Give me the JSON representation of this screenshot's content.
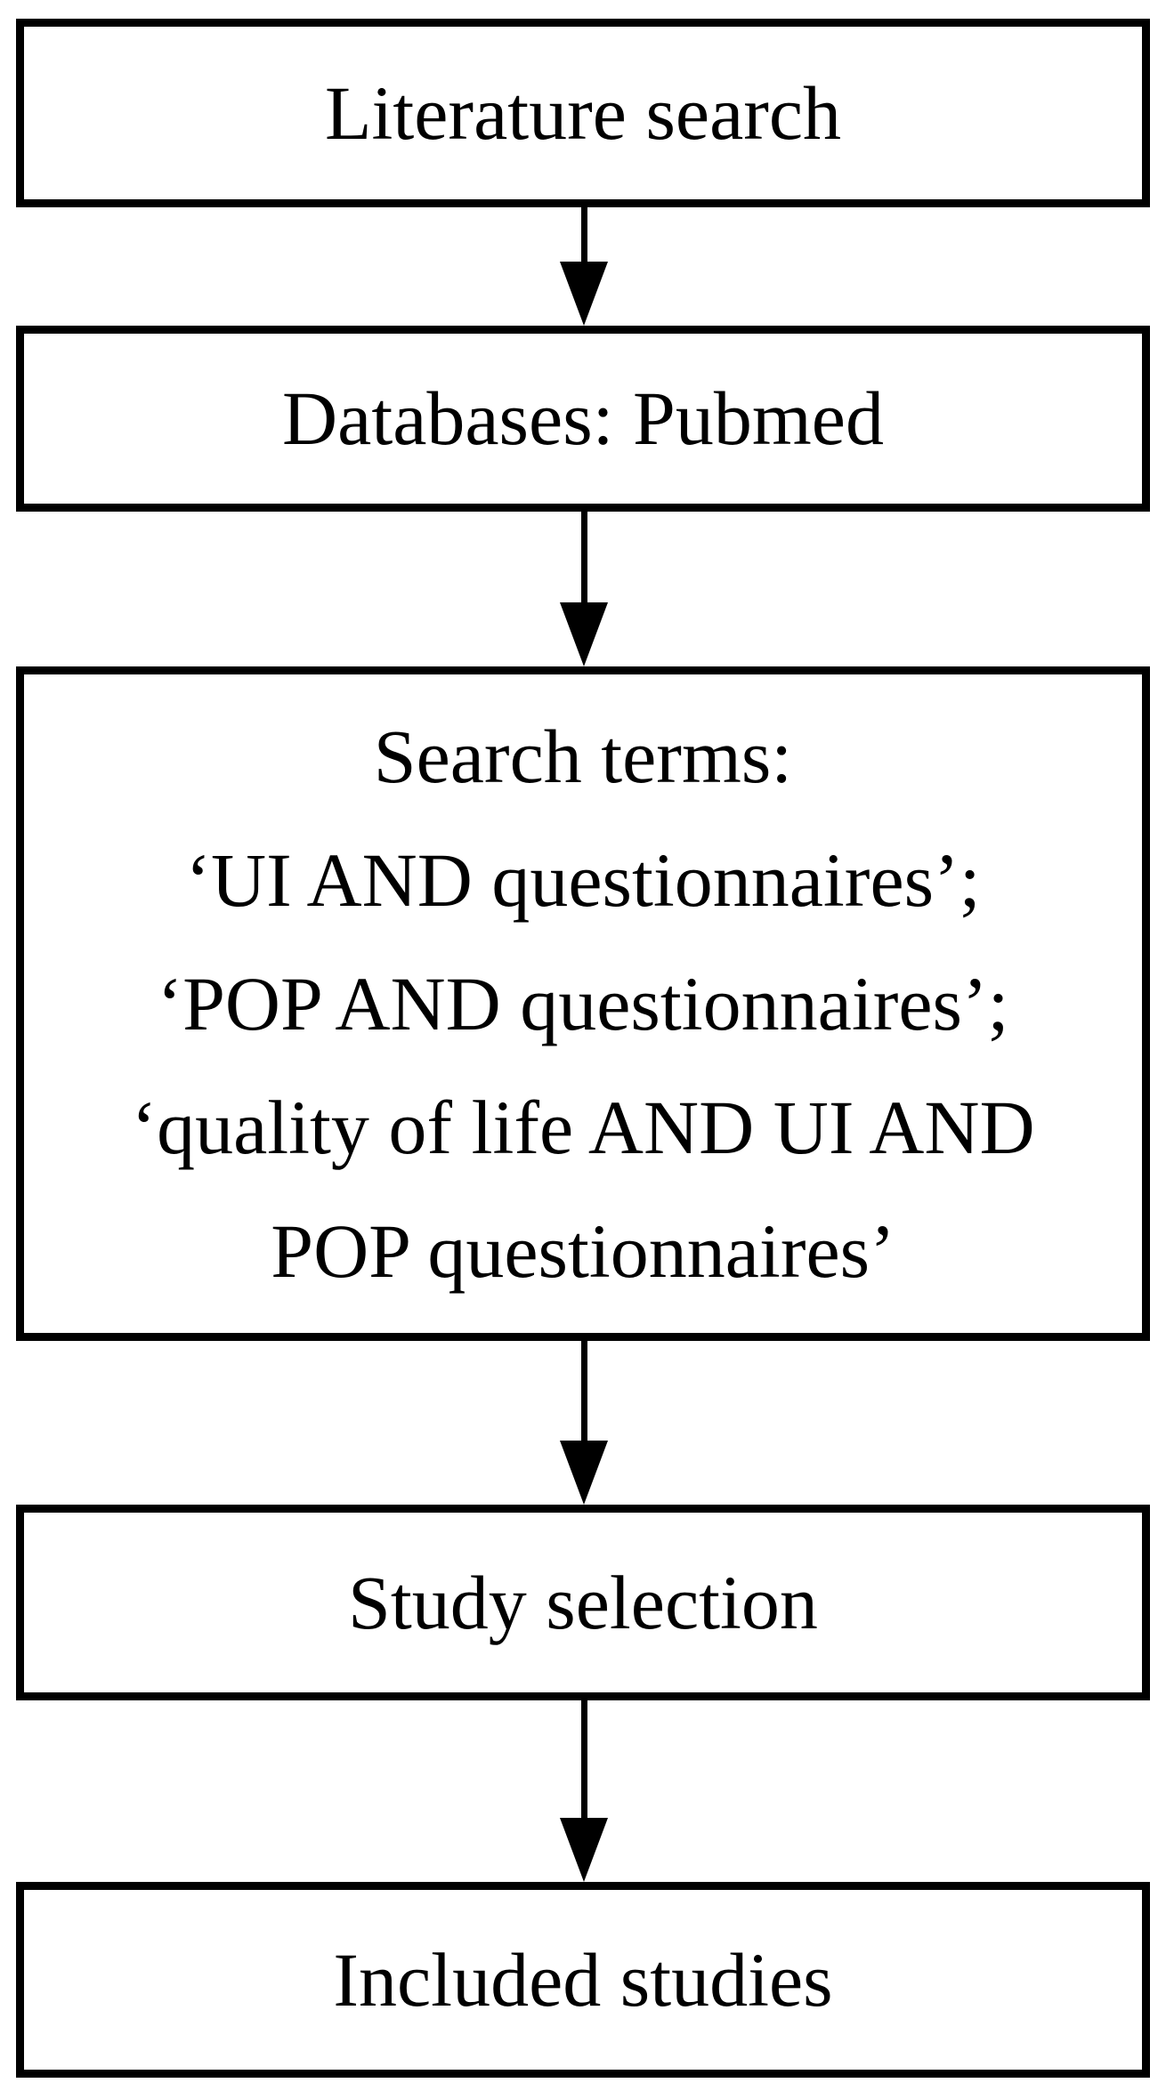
{
  "figure": {
    "type": "flowchart",
    "direction": "top-down",
    "colors": {
      "background": "#ffffff",
      "box_border": "#000000",
      "text": "#000000",
      "arrow": "#000000"
    }
  },
  "flow": {
    "steps": [
      {
        "id": "literature-search",
        "label": "Literature search"
      },
      {
        "id": "databases",
        "label": "Databases: Pubmed"
      },
      {
        "id": "search-terms",
        "lines": [
          "Search terms:",
          "‘UI AND questionnaires’;",
          "‘POP AND questionnaires’;",
          "‘quality of life AND UI AND",
          "POP questionnaires’"
        ]
      },
      {
        "id": "study-selection",
        "label": "Study selection"
      },
      {
        "id": "included-studies",
        "label": "Included studies"
      }
    ],
    "connectors": [
      {
        "from": "literature-search",
        "to": "databases",
        "glyph": "down-arrow"
      },
      {
        "from": "databases",
        "to": "search-terms",
        "glyph": "down-arrow"
      },
      {
        "from": "search-terms",
        "to": "study-selection",
        "glyph": "down-arrow"
      },
      {
        "from": "study-selection",
        "to": "included-studies",
        "glyph": "down-arrow"
      }
    ]
  }
}
